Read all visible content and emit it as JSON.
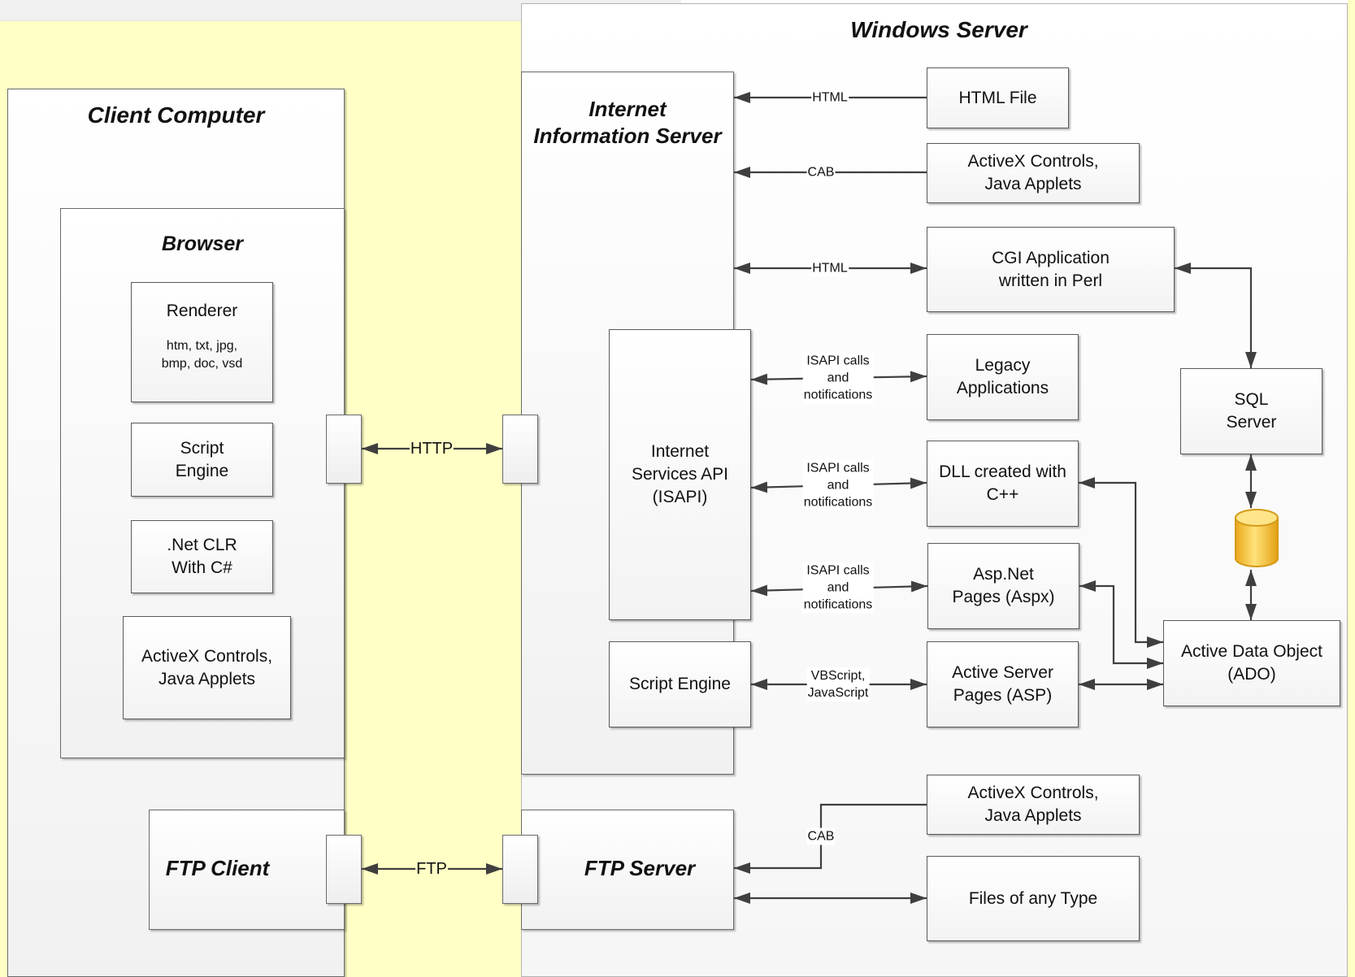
{
  "colors": {
    "zone_yellow": "#ffffc6",
    "zone_gray": "#f0f0f0",
    "line": "#3f3f3f",
    "database_fill": "#f6c72e"
  },
  "titles": {
    "windows_server": "Windows Server",
    "client_computer": "Client Computer",
    "iis": "Internet\nInformation Server",
    "browser": "Browser",
    "ftp_client": "FTP Client",
    "ftp_server": "FTP Server"
  },
  "browser": {
    "renderer_title": "Renderer",
    "renderer_formats": "htm, txt, jpg,\nbmp, doc, vsd",
    "script_engine": "Script\nEngine",
    "net_clr": ".Net CLR\nWith C#",
    "activex": "ActiveX Controls,\nJava Applets"
  },
  "server": {
    "isapi": "Internet\nServices API\n(ISAPI)",
    "script_engine": "Script Engine",
    "html_file": "HTML File",
    "activex_cab": "ActiveX Controls,\nJava Applets",
    "cgi": "CGI Application\nwritten in Perl",
    "legacy": "Legacy\nApplications",
    "dll": "DLL created with\nC++",
    "aspnet": "Asp.Net\nPages (Aspx)",
    "asp": "Active Server\nPages (ASP)",
    "sql": "SQL\nServer",
    "ado": "Active Data Object\n(ADO)",
    "ftp_activex": "ActiveX Controls,\nJava Applets",
    "files": "Files of any Type"
  },
  "connectors": {
    "http": "HTTP",
    "ftp": "FTP",
    "html_1": "HTML",
    "cab_1": "CAB",
    "html_2": "HTML",
    "isapi_1": "ISAPI calls\nand\nnotifications",
    "isapi_2": "ISAPI calls\nand\nnotifications",
    "isapi_3": "ISAPI calls\nand\nnotifications",
    "scripts": "VBScript,\nJavaScript",
    "cab_2": "CAB"
  },
  "icons": {
    "database": "database-cylinder-icon",
    "arrowhead": "arrowhead-icon"
  }
}
